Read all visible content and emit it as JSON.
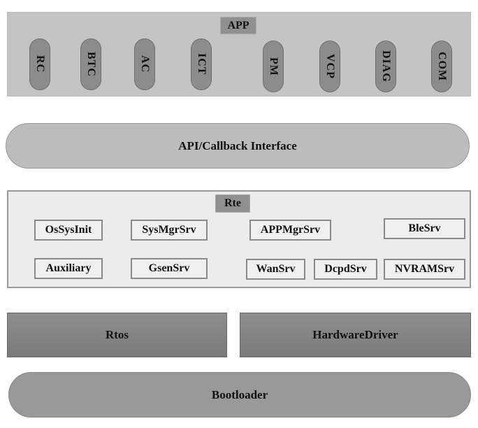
{
  "app": {
    "title": "APP",
    "modules": [
      "RC",
      "BTC",
      "AC",
      "ICT",
      "PM",
      "VCP",
      "DIAG",
      "COM"
    ]
  },
  "api": "API/Callback Interface",
  "rte": {
    "title": "Rte",
    "services": [
      "OsSysInit",
      "SysMgrSrv",
      "APPMgrSrv",
      "BleSrv",
      "Auxiliary",
      "GsenSrv",
      "WanSrv",
      "DcpdSrv",
      "NVRAMSrv"
    ]
  },
  "rtos": "Rtos",
  "hardware_driver": "HardwareDriver",
  "bootloader": "Bootloader"
}
